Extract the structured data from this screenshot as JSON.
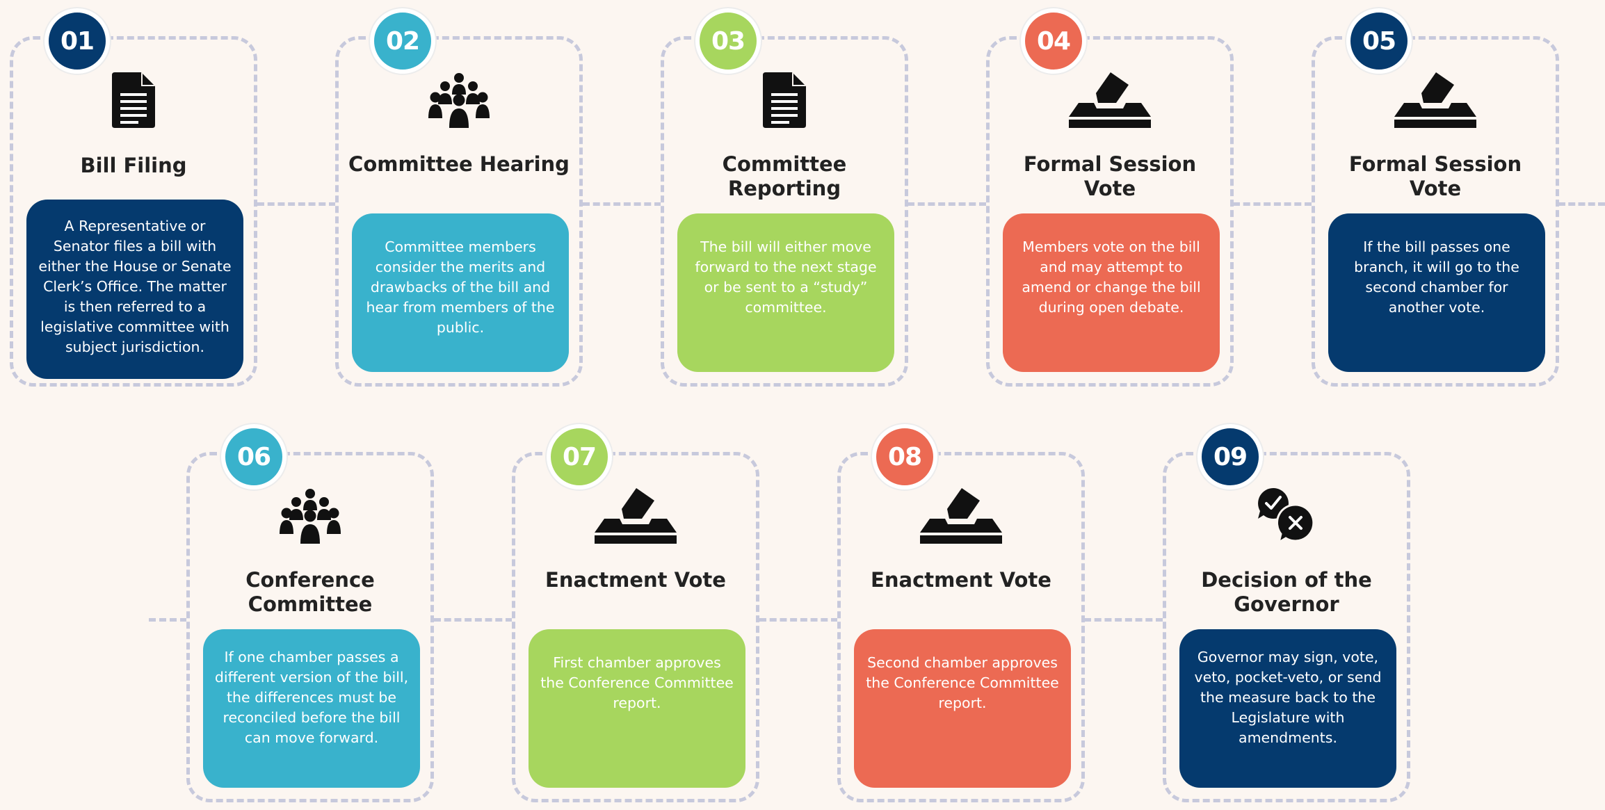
{
  "steps": [
    {
      "number": "01",
      "title": "Bill Filing",
      "description": "A Representative or Senator files a bill with either the House or Senate Clerk’s Office. The matter is then referred to a legislative committee with subject jurisdiction.",
      "icon": "document-icon",
      "color": "#053a6e"
    },
    {
      "number": "02",
      "title": "Committee Hearing",
      "description": "Committee members consider the merits and drawbacks of the bill and hear from members of the public.",
      "icon": "group-icon",
      "color": "#39b2cc"
    },
    {
      "number": "03",
      "title": "Committee Reporting",
      "description": "The bill will either move forward to the next stage or be sent to a “study” committee.",
      "icon": "document-icon",
      "color": "#a7d65e"
    },
    {
      "number": "04",
      "title": "Formal Session Vote",
      "description": "Members vote on the bill and may attempt to amend or change the bill during open debate.",
      "icon": "ballot-box-icon",
      "color": "#ec6a53"
    },
    {
      "number": "05",
      "title": "Formal Session Vote",
      "description": "If the bill passes one branch, it will go to the second chamber for another vote.",
      "icon": "ballot-box-icon",
      "color": "#053a6e"
    },
    {
      "number": "06",
      "title": "Conference Committee",
      "description": "If one chamber passes a different version of the bill, the differences must be reconciled before the bill can move forward.",
      "icon": "group-icon",
      "color": "#39b2cc"
    },
    {
      "number": "07",
      "title": "Enactment Vote",
      "description": "First chamber approves the Conference Committee report.",
      "icon": "ballot-box-icon",
      "color": "#a7d65e"
    },
    {
      "number": "08",
      "title": "Enactment Vote",
      "description": "Second chamber approves the Conference Committee report.",
      "icon": "ballot-box-icon",
      "color": "#ec6a53"
    },
    {
      "number": "09",
      "title": "Decision of the Governor",
      "description": "Governor may sign, vote, veto, pocket-veto, or send the measure back to the Legislature with amendments.",
      "icon": "approve-reject-icon",
      "color": "#053a6e"
    }
  ]
}
